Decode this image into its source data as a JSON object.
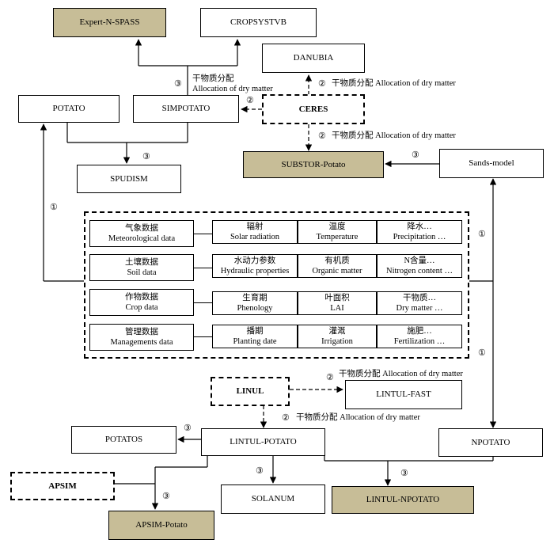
{
  "models": {
    "expert_n_spass": "Expert-N-SPASS",
    "cropsystvb": "CROPSYSTVB",
    "danubia": "DANUBIA",
    "potato": "POTATO",
    "simpotato": "SIMPOTATO",
    "ceres": "CERES",
    "spudism": "SPUDISM",
    "substor": "SUBSTOR-Potato",
    "sands": "Sands-model",
    "linul": "LINUL",
    "lintul_fast": "LINTUL-FAST",
    "potatos": "POTATOS",
    "lintul_potato": "LINTUL-POTATO",
    "npotato": "NPOTATO",
    "apsim": "APSIM",
    "solanum": "SOLANUM",
    "lintul_npotato": "LINTUL-NPOTATO",
    "apsim_potato": "APSIM-Potato"
  },
  "labels": {
    "alloc_cn": "干物质分配",
    "alloc_en": "Allocation of dry matter",
    "alloc_cn_en": "干物质分配 Allocation of dry matter"
  },
  "markers": {
    "one": "①",
    "two": "②",
    "three": "③"
  },
  "data_table": {
    "rows": [
      {
        "cn": "气象数据",
        "en": "Meteorological data",
        "cells": [
          {
            "cn": "辐射",
            "en": "Solar radiation"
          },
          {
            "cn": "温度",
            "en": "Temperature"
          },
          {
            "cn": "降水…",
            "en": "Precipitation …"
          }
        ]
      },
      {
        "cn": "土壤数据",
        "en": "Soil data",
        "cells": [
          {
            "cn": "水动力参数",
            "en": "Hydraulic properties"
          },
          {
            "cn": "有机质",
            "en": "Organic matter"
          },
          {
            "cn": "N含量…",
            "en": "Nitrogen content …"
          }
        ]
      },
      {
        "cn": "作物数据",
        "en": "Crop data",
        "cells": [
          {
            "cn": "生育期",
            "en": "Phenology"
          },
          {
            "cn": "叶面积",
            "en": "LAI"
          },
          {
            "cn": "干物质…",
            "en": "Dry matter …"
          }
        ]
      },
      {
        "cn": "管理数据",
        "en": "Managements data",
        "cells": [
          {
            "cn": "播期",
            "en": "Planting date"
          },
          {
            "cn": "灌溉",
            "en": "Irrigation"
          },
          {
            "cn": "施肥…",
            "en": "Fertilization …"
          }
        ]
      }
    ]
  }
}
